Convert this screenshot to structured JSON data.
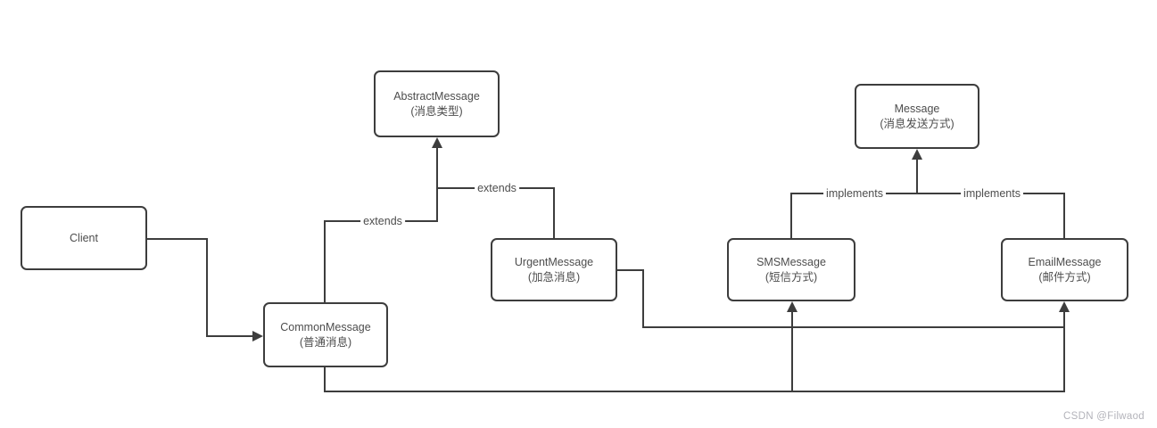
{
  "nodes": {
    "client": {
      "title": "Client",
      "subtitle": ""
    },
    "abstract_message": {
      "title": "AbstractMessage",
      "subtitle": "(消息类型)"
    },
    "common_message": {
      "title": "CommonMessage",
      "subtitle": "(普通消息)"
    },
    "urgent_message": {
      "title": "UrgentMessage",
      "subtitle": "(加急消息)"
    },
    "message": {
      "title": "Message",
      "subtitle": "(消息发送方式)"
    },
    "sms_message": {
      "title": "SMSMessage",
      "subtitle": "(短信方式)"
    },
    "email_message": {
      "title": "EmailMessage",
      "subtitle": "(邮件方式)"
    }
  },
  "edges": {
    "common_extends": {
      "from": "CommonMessage",
      "to": "AbstractMessage",
      "label": "extends"
    },
    "urgent_extends": {
      "from": "UrgentMessage",
      "to": "AbstractMessage",
      "label": "extends"
    },
    "sms_implements": {
      "from": "SMSMessage",
      "to": "Message",
      "label": "implements"
    },
    "email_implements": {
      "from": "EmailMessage",
      "to": "Message",
      "label": "implements"
    },
    "client_uses": {
      "from": "Client",
      "to": "CommonMessage",
      "label": ""
    },
    "common_uses_sms": {
      "from": "CommonMessage",
      "to": "SMSMessage",
      "label": ""
    },
    "common_uses_email": {
      "from": "CommonMessage",
      "to": "EmailMessage",
      "label": ""
    },
    "urgent_uses_email": {
      "from": "UrgentMessage",
      "to": "EmailMessage",
      "label": ""
    }
  },
  "colors": {
    "line": "#3d3d3d",
    "text": "#4d4d4d",
    "watermark": "#b3b3ba",
    "background": "#ffffff"
  },
  "watermark": "CSDN @Filwaod"
}
